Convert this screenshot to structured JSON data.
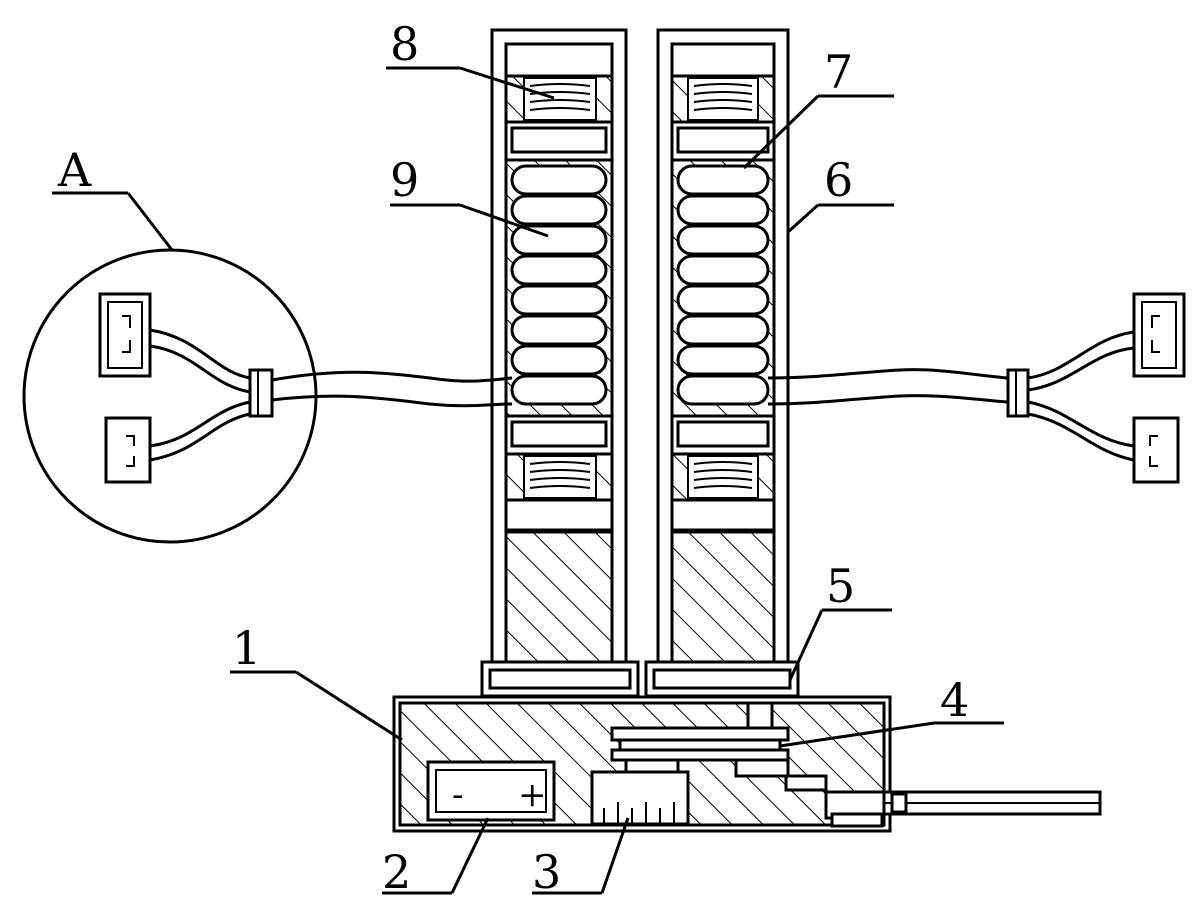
{
  "labels": {
    "l1": "1",
    "l2": "2",
    "l3": "3",
    "l4": "4",
    "l5": "5",
    "l6": "6",
    "l7": "7",
    "l8": "8",
    "l9": "9",
    "lA": "A"
  },
  "battery": {
    "minus": "-",
    "plus": "+"
  }
}
